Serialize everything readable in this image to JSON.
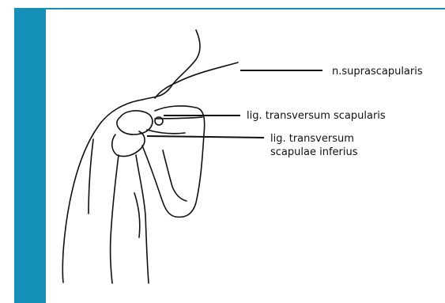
{
  "colors": {
    "accent_bar": "#1590b8",
    "ink": "#111111",
    "background": "#ffffff"
  },
  "labels": {
    "suprascapular_nerve": "n.suprascapularis",
    "superior_ligament": "lig. transversum scapularis",
    "inferior_ligament_line1": "lig. transversum",
    "inferior_ligament_line2": "scapulae inferius"
  }
}
